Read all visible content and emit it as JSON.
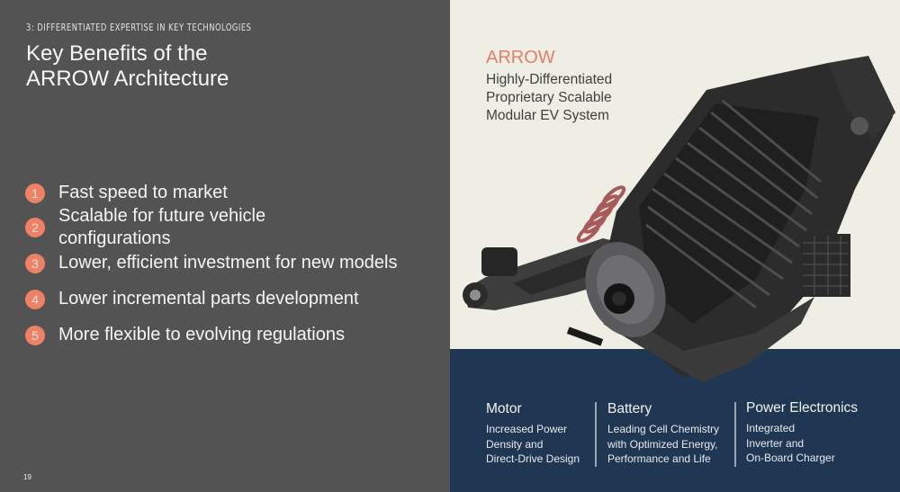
{
  "slide": {
    "section_label": "3: DIFFERENTIATED EXPERTISE IN KEY TECHNOLOGIES",
    "title_line1": "Key Benefits of the",
    "title_line2": "ARROW Architecture",
    "page_number": "19"
  },
  "benefits": [
    {
      "number": "1",
      "text_line1": "Fast speed to market",
      "text_line2": ""
    },
    {
      "number": "2",
      "text_line1": "Scalable for future vehicle",
      "text_line2": "configurations"
    },
    {
      "number": "3",
      "text_line1": "Lower, efficient investment for new models",
      "text_line2": ""
    },
    {
      "number": "4",
      "text_line1": "Lower incremental parts development",
      "text_line2": ""
    },
    {
      "number": "5",
      "text_line1": "More flexible to evolving regulations",
      "text_line2": ""
    }
  ],
  "arrow": {
    "title": "ARROW",
    "subtitle_line1": "Highly-Differentiated",
    "subtitle_line2": "Proprietary Scalable",
    "subtitle_line3": "Modular EV System"
  },
  "image": {
    "subject": "ARROW electric motorcycle powertrain (battery, motor, swingarm)"
  },
  "features": [
    {
      "title": "Motor",
      "desc_line1": "Increased Power",
      "desc_line2": "Density and",
      "desc_line3": "Direct-Drive Design"
    },
    {
      "title": "Battery",
      "desc_line1": "Leading Cell Chemistry",
      "desc_line2": "with Optimized Energy,",
      "desc_line3": "Performance and Life"
    },
    {
      "title": "Power Electronics",
      "desc_line1": "Integrated",
      "desc_line2": "Inverter and",
      "desc_line3": "On-Board Charger"
    }
  ],
  "colors": {
    "left_bg": "#535353",
    "accent_coral": "#ef8167",
    "right_bg": "#efeee5",
    "navy_band": "#1f3752"
  }
}
